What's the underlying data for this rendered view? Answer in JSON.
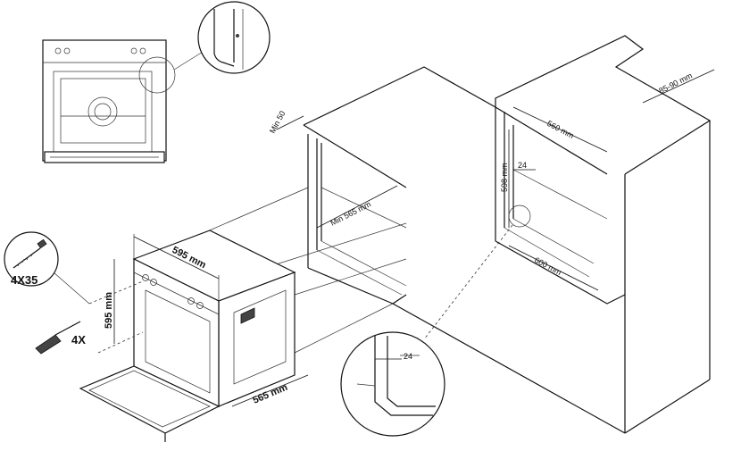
{
  "labels": {
    "min_top_gap": "Min 50",
    "min_depth": "Min 565 mm",
    "cabinet_depth": "560 mm",
    "worktop_gap": "85-90 mm",
    "cabinet_height": "598 mm",
    "side_offset": "24",
    "cabinet_width": "600 mm",
    "oven_width": "595 mm",
    "oven_height": "595 mm",
    "oven_depth": "565 mm",
    "screw_size": "4X35",
    "screw_count": "4X",
    "detail_offset": "24"
  },
  "colors": {
    "line": "#111111",
    "background": "#ffffff"
  },
  "icons": [
    "screw-icon",
    "screwdriver-icon",
    "wall-plug-icon"
  ]
}
